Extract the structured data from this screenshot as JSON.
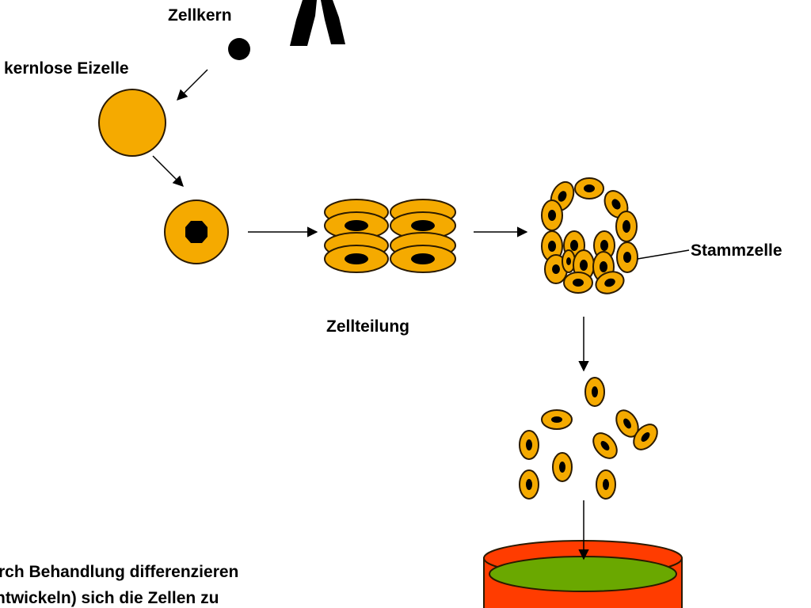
{
  "labels": {
    "nucleus": "Zellkern",
    "enucleated_egg": "kernlose Eizelle",
    "cell_division": "Zellteilung",
    "stem_cell": "Stammzelle",
    "caption_line1": "rch Behandlung differenzieren",
    "caption_line2": "ntwickeln) sich die Zellen zu"
  },
  "colors": {
    "cell": "#f5aa00",
    "dish_rim": "#ff3c00",
    "dish_medium": "#6aa800"
  }
}
